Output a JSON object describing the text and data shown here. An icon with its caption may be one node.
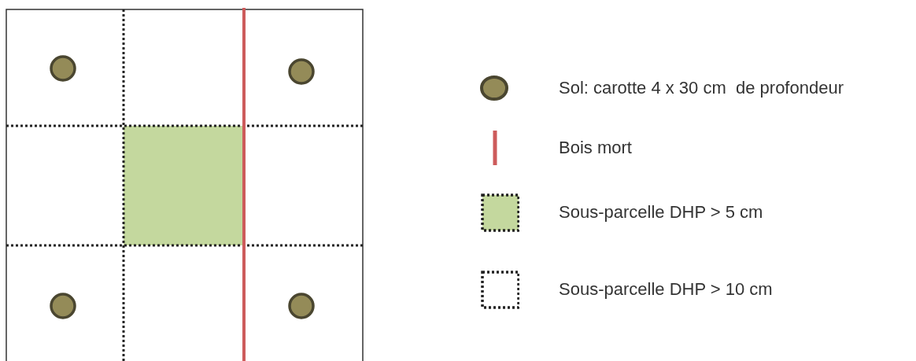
{
  "diagram": {
    "legend": [
      {
        "text": "Sol: carotte 4 x 30 cm  de profondeur"
      },
      {
        "text": "Bois mort"
      },
      {
        "text": "Sous-parcelle DHP > 5 cm"
      },
      {
        "text": "Sous-parcelle DHP > 10 cm"
      }
    ]
  }
}
